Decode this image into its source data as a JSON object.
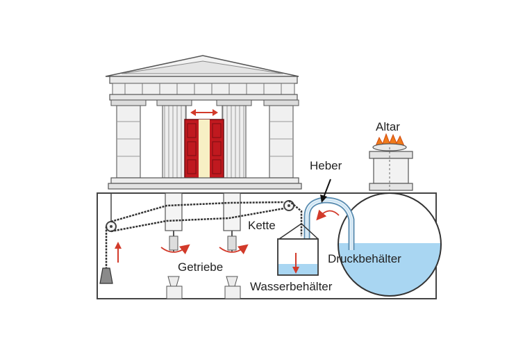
{
  "labels": {
    "altar": "Altar",
    "heber": "Heber",
    "kette": "Kette",
    "getriebe": "Getriebe",
    "druckbehaelter": "Druckbehälter",
    "wasserbehaelter": "Wasserbehälter"
  },
  "colors": {
    "line": "#333333",
    "water": "#a9d6f2",
    "arrow": "#d23a2a",
    "door": "#c0191f",
    "door_gap": "#f7efc4",
    "flame": "#f07a1a",
    "pipe": "#7fb3d6"
  }
}
